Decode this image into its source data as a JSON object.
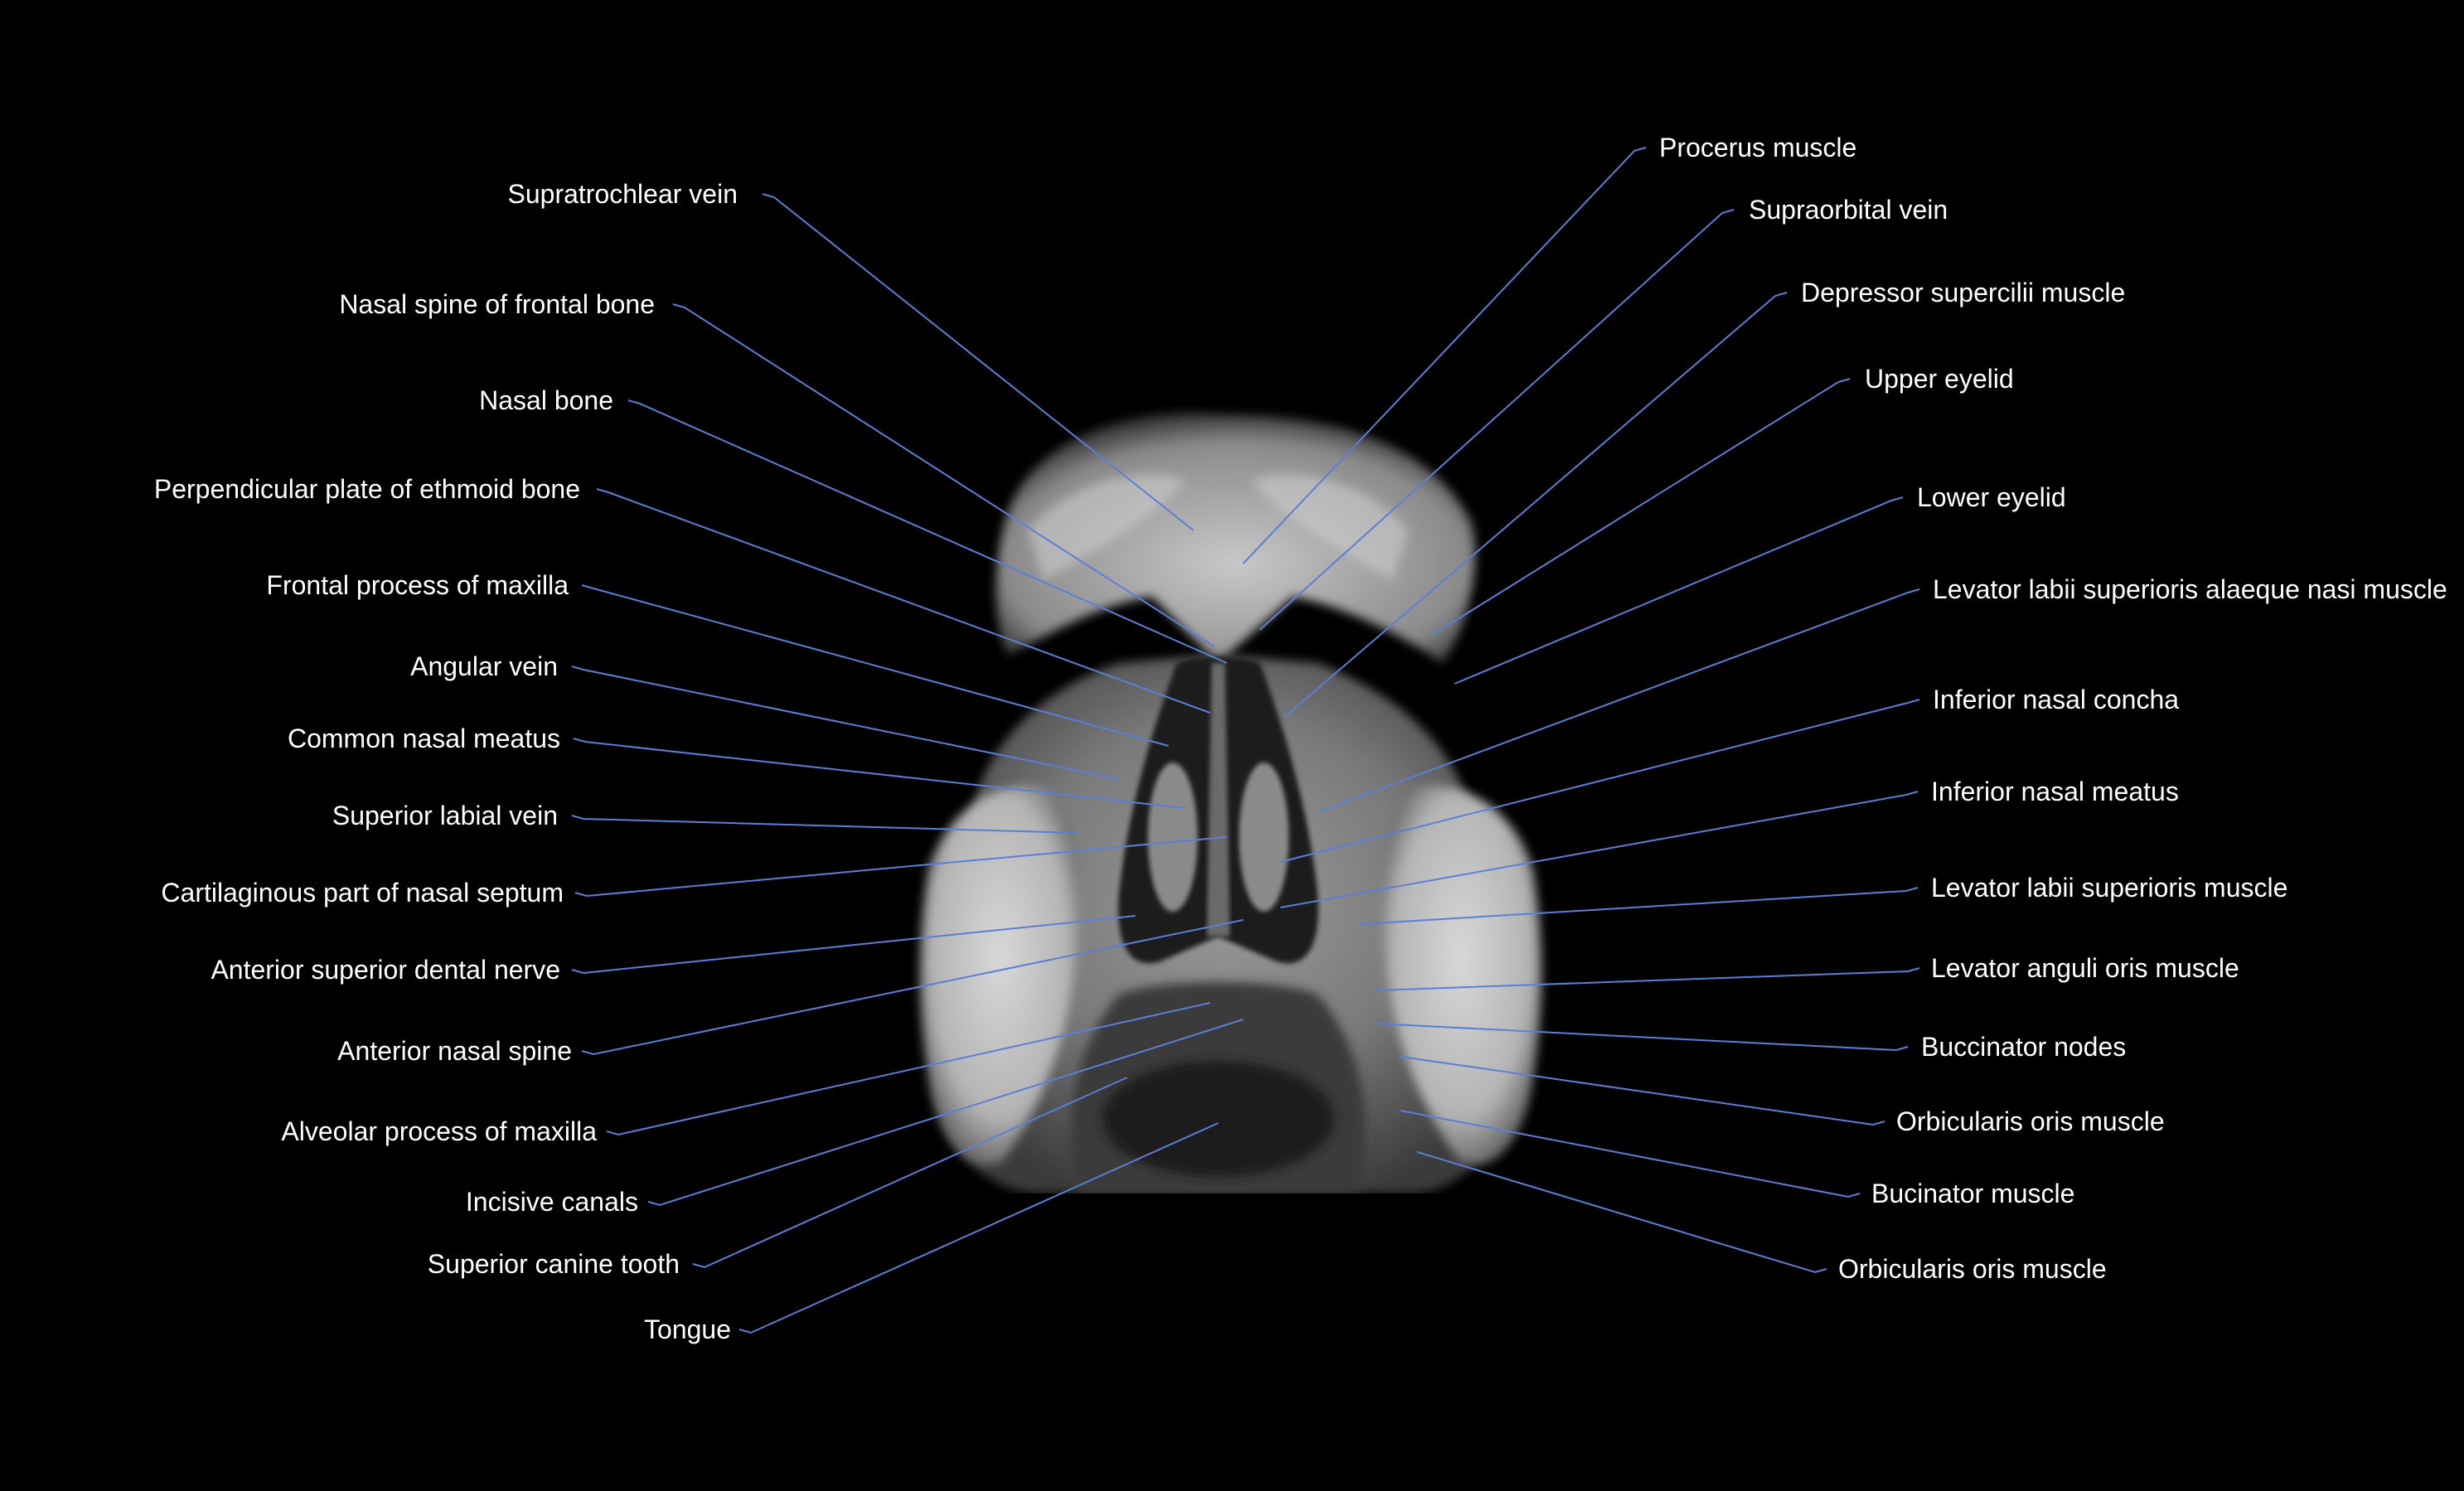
{
  "labels_left": [
    "Supratrochlear vein",
    "Nasal spine of frontal bone",
    "Nasal bone",
    "Perpendicular plate of ethmoid bone",
    "Frontal process of maxilla",
    "Angular vein",
    "Common nasal meatus",
    "Superior labial vein",
    "Cartilaginous part of nasal septum",
    "Anterior superior dental nerve",
    "Anterior nasal spine",
    "Alveolar process of maxilla",
    "Incisive canals",
    "Superior canine tooth",
    "Tongue"
  ],
  "labels_right": [
    "Procerus muscle",
    "Supraorbital vein",
    "Depressor supercilii muscle",
    "Upper eyelid",
    "Lower eyelid",
    "Levator labii superioris alaeque nasi muscle",
    "Inferior nasal concha",
    "Inferior nasal meatus",
    "Levator labii superioris muscle",
    "Levator anguli oris muscle",
    "Buccinator nodes",
    "Orbicularis oris muscle",
    "Bucinator muscle",
    "Orbicularis oris muscle"
  ],
  "colors": {
    "background": "#000000",
    "leader_line": "#5b7fd6",
    "label_text": "#ffffff"
  }
}
